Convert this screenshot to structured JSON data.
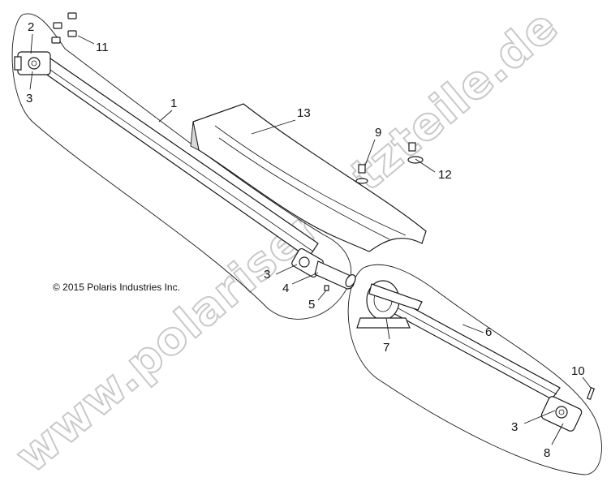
{
  "copyright": "© 2015 Polaris Industries Inc.",
  "watermark": "www.polarisersatzteile.de",
  "callouts": {
    "c1": "1",
    "c2": "2",
    "c3a": "3",
    "c3b": "3",
    "c3c": "3",
    "c4": "4",
    "c5": "5",
    "c6": "6",
    "c7": "7",
    "c8": "8",
    "c9": "9",
    "c10": "10",
    "c11": "11",
    "c12": "12",
    "c13": "13"
  },
  "colors": {
    "line": "#1a1a1a",
    "watermark": "#c9c9c9",
    "background": "#ffffff"
  }
}
